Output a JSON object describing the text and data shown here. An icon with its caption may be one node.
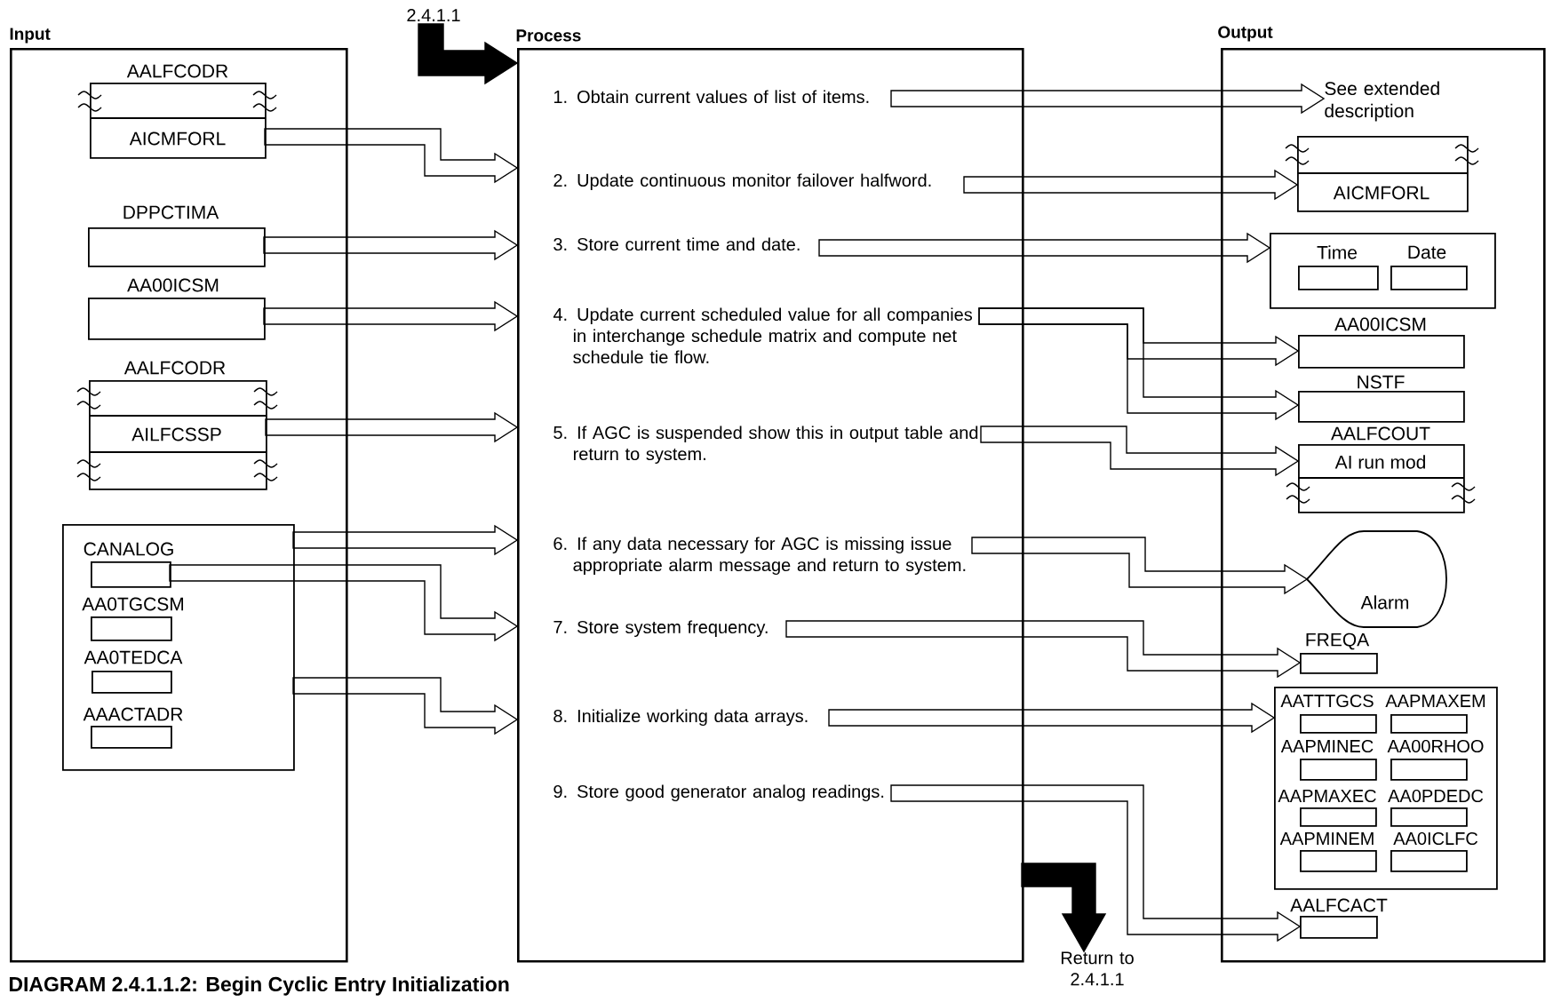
{
  "diagram": {
    "caption": "DIAGRAM 2.4.1.1.2: Begin Cyclic Entry Initialization",
    "nodes": [
      {
        "text": [
          "Input"
        ]
      },
      {
        "text": [
          "AALFCODR",
          "AICMFORL"
        ],
        "in": 0
      },
      {
        "text": [
          "DPPCTIMA"
        ],
        "in": 0
      },
      {
        "text": [
          "AA00ICSM"
        ],
        "in": 0
      },
      {
        "text": [
          "AALFCODR",
          "AILFCSSP"
        ],
        "in": 0
      },
      {
        "text": [],
        "shape": "box",
        "in": 0
      },
      {
        "text": [
          "CANALOG"
        ],
        "in": 5
      },
      {
        "text": [
          "AA0TGCSM"
        ],
        "in": 5
      },
      {
        "text": [
          "AA0TEDCA"
        ],
        "in": 5
      },
      {
        "text": [
          "AAACTADR"
        ],
        "in": 5
      },
      {
        "text": [
          "Process"
        ]
      },
      {
        "text": [
          "1. Obtain current values of list of items."
        ],
        "in": 10
      },
      {
        "text": [
          "2. Update continuous monitor failover halfword."
        ],
        "in": 10
      },
      {
        "text": [
          "3. Store current time and date."
        ],
        "in": 10
      },
      {
        "text": [
          "4. Update current scheduled value for all companies in interchange schedule matrix and compute net schedule tie flow."
        ],
        "in": 10
      },
      {
        "text": [
          "5. If AGC is suspended show this in output table and return to system."
        ],
        "in": 10
      },
      {
        "text": [
          "6. If any data necessary for AGC is missing issue appropriate alarm message and return to system."
        ],
        "in": 10
      },
      {
        "text": [
          "7. Store system frequency."
        ],
        "in": 10
      },
      {
        "text": [
          "8. Initialize working data arrays."
        ],
        "in": 10
      },
      {
        "text": [
          "9. Store good generator analog readings."
        ],
        "in": 10
      },
      {
        "text": [
          "Output"
        ]
      },
      {
        "text": [
          "See extended description"
        ],
        "in": 20
      },
      {
        "text": [
          "AICMFORL"
        ],
        "in": 20
      },
      {
        "text": [],
        "shape": "box",
        "in": 20
      },
      {
        "text": [
          "Time"
        ],
        "in": 23
      },
      {
        "text": [
          "Date"
        ],
        "in": 23
      },
      {
        "text": [
          "AA00ICSM"
        ],
        "in": 20
      },
      {
        "text": [
          "NSTF"
        ],
        "in": 20
      },
      {
        "text": [
          "AALFCOUT",
          "AI run mod"
        ],
        "in": 20
      },
      {
        "text": [
          "Alarm"
        ],
        "in": 20
      },
      {
        "text": [
          "FREQA"
        ],
        "in": 20
      },
      {
        "text": [],
        "shape": "box",
        "in": 20
      },
      {
        "text": [
          "AATTTGCS"
        ],
        "in": 31
      },
      {
        "text": [
          "AAPMAXEM"
        ],
        "in": 31
      },
      {
        "text": [
          "AAPMINEC"
        ],
        "in": 31
      },
      {
        "text": [
          "AA00RHOO"
        ],
        "in": 31
      },
      {
        "text": [
          "AAPMAXEC"
        ],
        "in": 31
      },
      {
        "text": [
          "AA0PDEDC"
        ],
        "in": 31
      },
      {
        "text": [
          "AAPMINEM"
        ],
        "in": 31
      },
      {
        "text": [
          "AA0ICLFC"
        ],
        "in": 31
      },
      {
        "text": [
          "AALFCACT"
        ],
        "in": 20
      },
      {
        "text": [
          "2.4.1.1"
        ]
      },
      {
        "text": [
          "Return to 2.4.1.1"
        ]
      }
    ],
    "edges": [
      {
        "from": 1,
        "to": 10,
        "arrow": "to"
      },
      {
        "from": 2,
        "to": 10,
        "arrow": "to"
      },
      {
        "from": 3,
        "to": 10,
        "arrow": "to"
      },
      {
        "from": 4,
        "to": 10,
        "arrow": "to"
      },
      {
        "from": 5,
        "to": 10,
        "arrow": "to"
      },
      {
        "from": 6,
        "to": 10,
        "arrow": "to"
      },
      {
        "from": 5,
        "to": 10,
        "arrow": "to"
      },
      {
        "from": 11,
        "to": 21,
        "arrow": "to"
      },
      {
        "from": 12,
        "to": 22,
        "arrow": "to"
      },
      {
        "from": 13,
        "to": 23,
        "arrow": "to"
      },
      {
        "from": 14,
        "to": 26,
        "arrow": "to"
      },
      {
        "from": 14,
        "to": 27,
        "arrow": "to"
      },
      {
        "from": 15,
        "to": 28,
        "arrow": "to"
      },
      {
        "from": 16,
        "to": 29,
        "arrow": "to"
      },
      {
        "from": 17,
        "to": 30,
        "arrow": "to"
      },
      {
        "from": 18,
        "to": 31,
        "arrow": "to"
      },
      {
        "from": 19,
        "to": 40,
        "arrow": "to"
      },
      {
        "from": 41,
        "to": 10,
        "arrow": "to",
        "style": "thick"
      },
      {
        "from": 10,
        "to": 42,
        "arrow": "to",
        "style": "thick"
      }
    ]
  }
}
